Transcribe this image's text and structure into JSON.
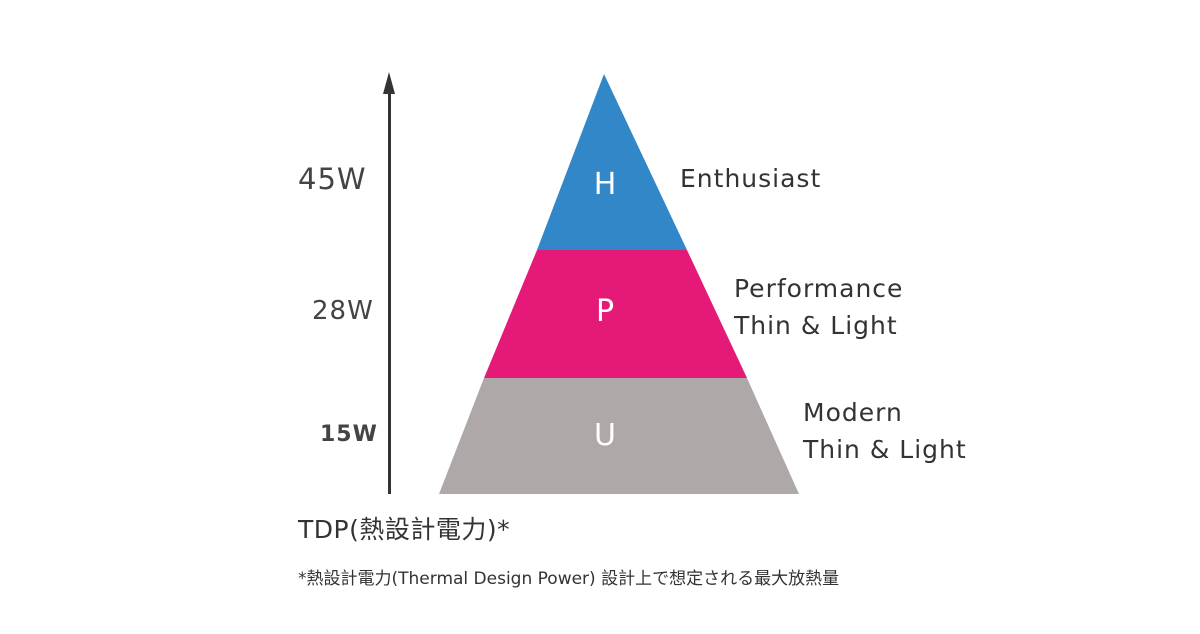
{
  "axis": {
    "labels": {
      "high": "45W",
      "mid": "28W",
      "low": "15W"
    }
  },
  "tiers": [
    {
      "letter": "H",
      "category_lines": [
        "Enthusiast"
      ],
      "color": "#3187c8"
    },
    {
      "letter": "P",
      "category_lines": [
        "Performance",
        "Thin & Light"
      ],
      "color": "#e51a78"
    },
    {
      "letter": "U",
      "category_lines": [
        "Modern",
        "Thin & Light"
      ],
      "color": "#aea9a8"
    }
  ],
  "tdp_label": "TDP(熱設計電力)*",
  "footnote": "*熱設計電力(Thermal  Design Power) 設計上で想定される最大放熱量",
  "colors": {
    "axis": "#333333",
    "text": "#333333",
    "background": "#ffffff"
  }
}
